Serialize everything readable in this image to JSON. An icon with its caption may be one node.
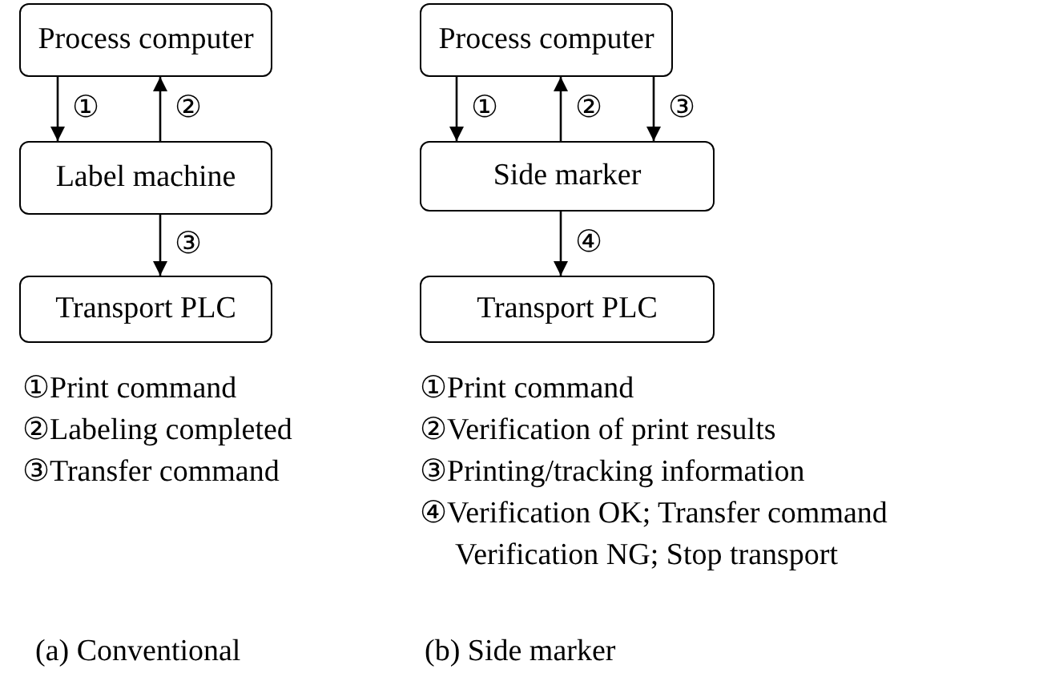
{
  "diagram": {
    "nodes": [
      {
        "text": [
          "Process computer"
        ]
      },
      {
        "text": [
          "Label machine"
        ]
      },
      {
        "text": [
          "Transport PLC"
        ]
      },
      {
        "text": [
          "Process computer"
        ]
      },
      {
        "text": [
          "Side marker"
        ]
      },
      {
        "text": [
          "Transport PLC"
        ]
      }
    ],
    "edges": [
      {
        "from": 0,
        "to": 1,
        "arrow": "to",
        "label": "①"
      },
      {
        "from": 1,
        "to": 0,
        "arrow": "to",
        "label": "②"
      },
      {
        "from": 1,
        "to": 2,
        "arrow": "to",
        "label": "③"
      },
      {
        "from": 3,
        "to": 4,
        "arrow": "to",
        "label": "①"
      },
      {
        "from": 4,
        "to": 3,
        "arrow": "to",
        "label": "②"
      },
      {
        "from": 3,
        "to": 4,
        "arrow": "to",
        "label": "③"
      },
      {
        "from": 4,
        "to": 5,
        "arrow": "to",
        "label": "④"
      }
    ],
    "labels": [
      "①Print command",
      "②Labeling completed",
      "③Transfer command",
      "①Print command",
      "②Verification of print results",
      "③Printing/tracking information",
      "④Verification OK; Transfer command",
      "Verification NG; Stop transport",
      "(a) Conventional",
      "(b) Side marker"
    ]
  }
}
